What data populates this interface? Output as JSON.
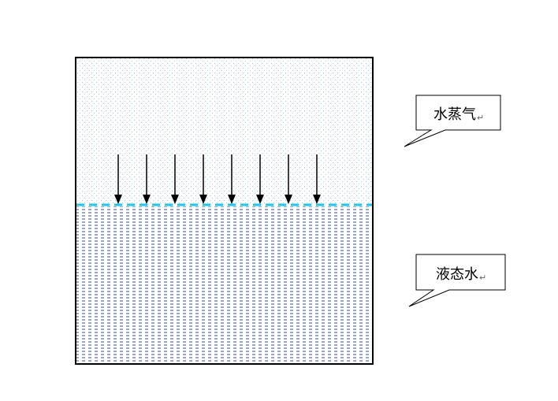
{
  "labels": {
    "vapor": "水蒸气",
    "liquid": "液态水",
    "paragraph_mark": "↵"
  },
  "colors": {
    "vapor_dots": "#a9cfd6",
    "liquid_lines": "#2f4ea5",
    "interface": "#17c8e8",
    "box_border": "#000000",
    "arrows": "#000000"
  },
  "diagram": {
    "arrow_count": 8,
    "arrow_direction": "down",
    "interface_style": "dashed"
  }
}
